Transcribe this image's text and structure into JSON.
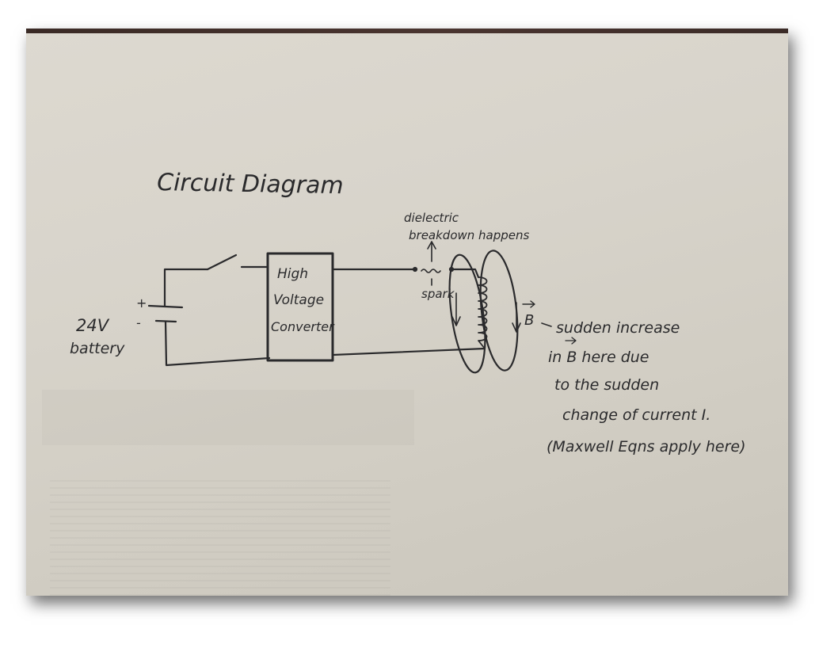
{
  "title": "Circuit Diagram",
  "battery": {
    "label_line1": "24V",
    "label_line2": "battery",
    "plus_sign": "+",
    "minus_sign": "-"
  },
  "converter": {
    "line1": "High",
    "line2": "Voltage",
    "line3": "Converter"
  },
  "spark_gap": {
    "note_line1": "dielectric",
    "note_line2": "breakdown happens",
    "label": "spark"
  },
  "field_symbol": "B",
  "annotation": {
    "line1": "sudden increase",
    "line2": "in B here due",
    "line3": "to the sudden",
    "line4": "change of current I.",
    "line5": "(Maxwell Eqns apply here)"
  },
  "colors": {
    "ink": "#2a2a2c",
    "paper": "#d8d4cb",
    "desk": "#3a2a25"
  }
}
